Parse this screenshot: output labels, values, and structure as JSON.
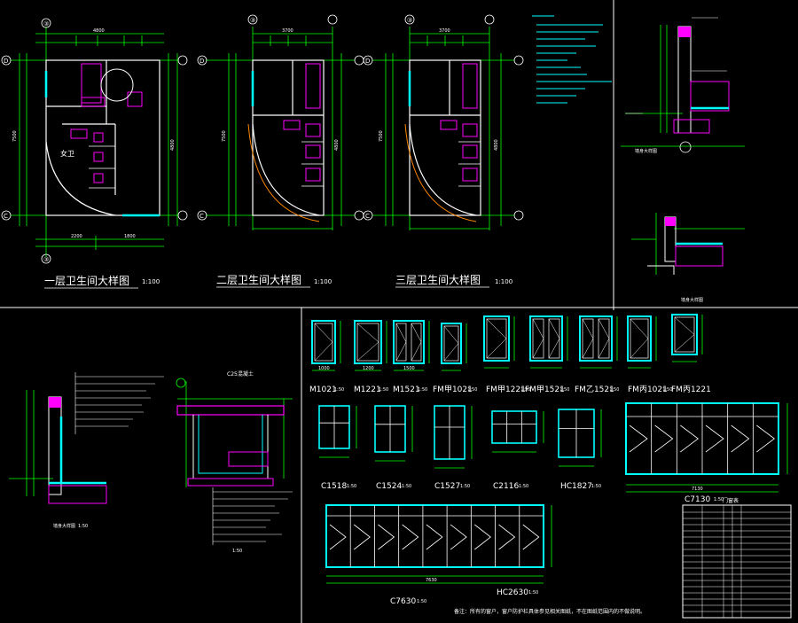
{
  "colors": {
    "background": "#000000",
    "dimension": "#00ff00",
    "wall": "#ffffff",
    "window": "#00ffff",
    "fixture": "#ff00ff",
    "axis": "#00ff00",
    "note": "#00ffff",
    "label": "#ffffff",
    "hatch": "#ff00ff",
    "ramp": "#ff8800"
  },
  "plans": [
    {
      "title": "一层卫生间大样图",
      "scale": "1:100",
      "width_dim": "4800",
      "left_dim": "2200",
      "right_dim": "1800",
      "height_dim": "7500",
      "mid_dim": "4800",
      "label_room": "女卫"
    },
    {
      "title": "二层卫生间大样图",
      "scale": "1:100",
      "width_dim": "3700",
      "left_dim": "",
      "right_dim": "",
      "height_dim": "7500",
      "mid_dim": "4800",
      "label_room": ""
    },
    {
      "title": "三层卫生间大样图",
      "scale": "1:100",
      "width_dim": "3700",
      "left_dim": "",
      "right_dim": "",
      "height_dim": "7500",
      "mid_dim": "4800",
      "label_room": ""
    }
  ],
  "axes": {
    "top": "③",
    "left_top": "D",
    "left_bottom": "C",
    "bottom": "③"
  },
  "doors": [
    {
      "code": "M1021",
      "scale": "1:50",
      "dim": "1000"
    },
    {
      "code": "M1221",
      "scale": "1:50",
      "dim": "1200"
    },
    {
      "code": "M1521",
      "scale": "1:50",
      "dim": "1500"
    },
    {
      "code": "FM甲1021",
      "scale": "1:50",
      "dim": ""
    },
    {
      "code": "FM甲1221",
      "scale": "1:50",
      "dim": ""
    },
    {
      "code": "FM甲1521",
      "scale": "1:50",
      "dim": ""
    },
    {
      "code": "FM乙1521",
      "scale": "1:50",
      "dim": ""
    },
    {
      "code": "FM丙1021",
      "scale": "1:50",
      "dim": ""
    },
    {
      "code": "FM丙1221",
      "scale": "",
      "dim": ""
    }
  ],
  "windows": [
    {
      "code": "C1518",
      "scale": "1:50"
    },
    {
      "code": "C1524",
      "scale": "1:50"
    },
    {
      "code": "C1527",
      "scale": "1:50"
    },
    {
      "code": "C2116",
      "scale": "1:50"
    },
    {
      "code": "HC1827",
      "scale": "1:50"
    }
  ],
  "big_windows": [
    {
      "code": "C7130",
      "scale": "1:50",
      "dim": "7130"
    },
    {
      "code": "C7630",
      "scale": "1:50",
      "dim": "7630"
    },
    {
      "code": "HC2630",
      "scale": "1:50",
      "dim": ""
    }
  ],
  "schedule_title": "门窗表",
  "footnote": "备注：所有的窗户，窗户防护栏具体参见相关图纸，不在图纸范围内的不做说明。",
  "section_labels": {
    "detail_bottom_left_title": "墙身大样图",
    "detail_bottom_left_scale": "1:50",
    "pit_title": "C25混凝土",
    "pit_scale": "1:50",
    "right_top_title": "墙身大样图",
    "right_bottom_title": "墙身大样图"
  }
}
